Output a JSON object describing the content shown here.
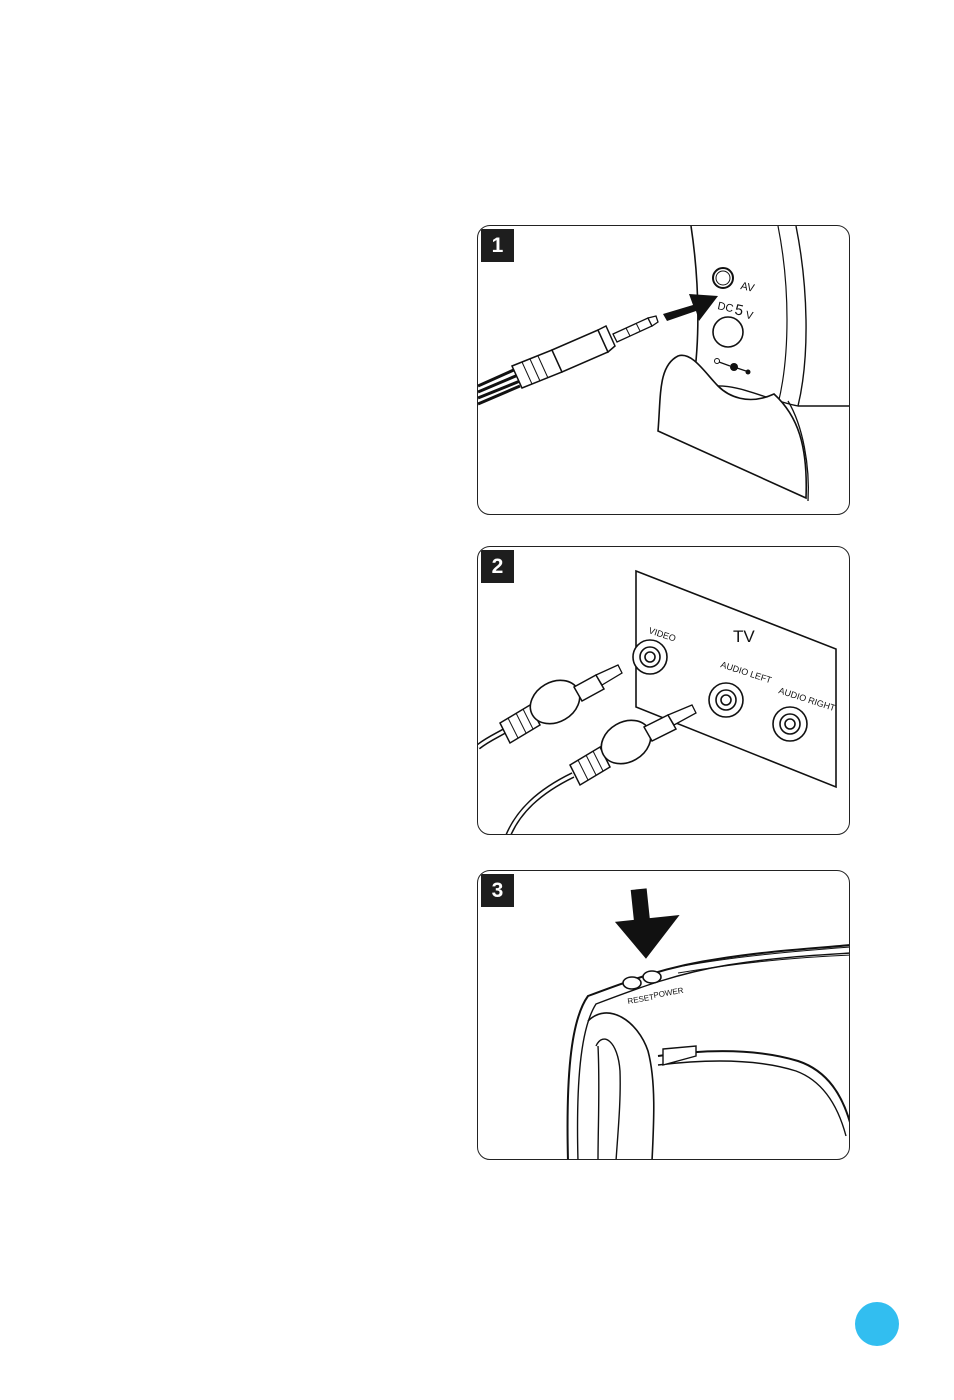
{
  "steps": [
    {
      "number": "1",
      "labels": {
        "jack": "AV",
        "dc_prefix": "DC",
        "dc_value": "5",
        "dc_unit": "V"
      }
    },
    {
      "number": "2",
      "labels": {
        "tv": "TV",
        "video": "VIDEO",
        "audio_left": "AUDIO LEFT",
        "audio_right": "AUDIO RIGHT"
      }
    },
    {
      "number": "3",
      "labels": {
        "reset": "RESET",
        "power": "POWER"
      }
    }
  ],
  "colors": {
    "page_dot": "#32bef0",
    "badge": "#1e1e1e"
  },
  "icons": [
    "down-arrow-icon",
    "right-arrow-icon",
    "av-cable",
    "rca-cable"
  ]
}
